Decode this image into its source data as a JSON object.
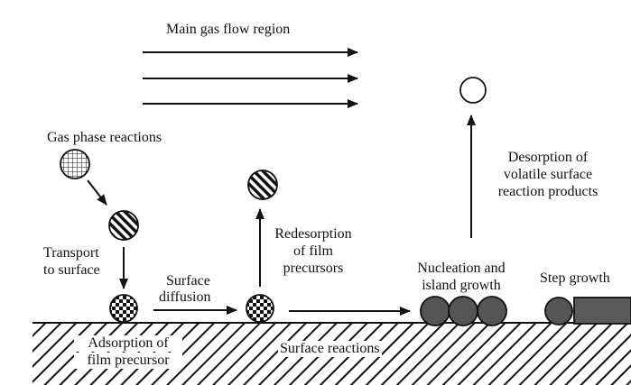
{
  "labels": {
    "main_flow": "Main gas flow region",
    "gas_phase": "Gas phase reactions",
    "transport_1": "Transport",
    "transport_2": "to surface",
    "surface_diffusion_1": "Surface",
    "surface_diffusion_2": "diffusion",
    "redesorption_1": "Redesorption",
    "redesorption_2": "of film",
    "redesorption_3": "precursors",
    "desorption_1": "Desorption of",
    "desorption_2": "volatile surface",
    "desorption_3": "reaction products",
    "nucleation_1": "Nucleation and",
    "nucleation_2": "island growth",
    "step_growth": "Step growth",
    "adsorption_1": "Adsorption of",
    "adsorption_2": "film precursor",
    "surface_reactions": "Surface reactions"
  },
  "colors": {
    "stroke": "#111111",
    "island_fill": "#555555",
    "step_fill": "#5a5a5a",
    "background": "#ffffff"
  }
}
